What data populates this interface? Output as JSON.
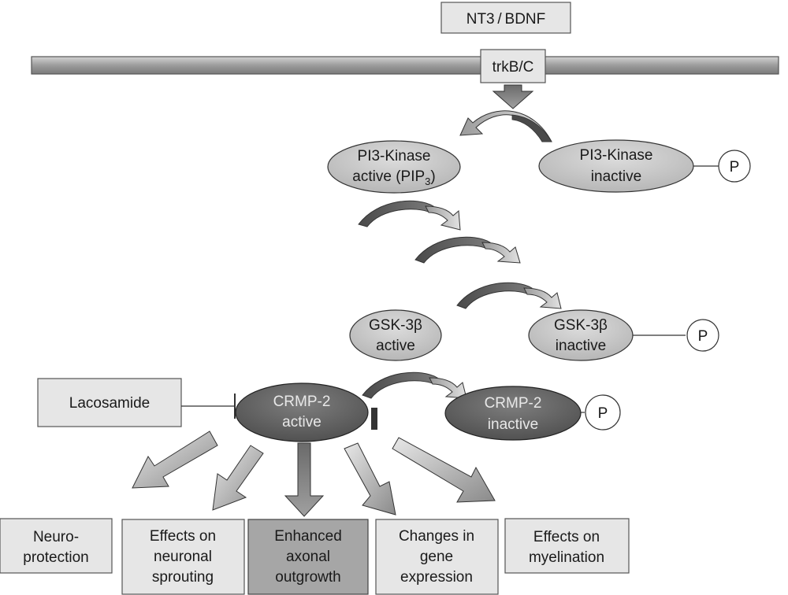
{
  "ligand": {
    "label": "NT3 / BDNF"
  },
  "receptor": {
    "label": "trkB/C"
  },
  "pi3k_active": {
    "line1": "PI3-Kinase",
    "line2_main": "active (PIP",
    "line2_sub": "3",
    "line2_end": ")"
  },
  "pi3k_inactive": {
    "line1": "PI3-Kinase",
    "line2": "inactive"
  },
  "gsk_active": {
    "line1": "GSK-3β",
    "line2": "active"
  },
  "gsk_inactive": {
    "line1": "GSK-3β",
    "line2": "inactive"
  },
  "crmp_active": {
    "line1": "CRMP-2",
    "line2": "active"
  },
  "crmp_inactive": {
    "line1": "CRMP-2",
    "line2": "inactive"
  },
  "phospho": {
    "label": "P"
  },
  "inhibitor": {
    "label": "Lacosamide"
  },
  "outcomes": [
    {
      "lines": [
        "Neuro-",
        "protection"
      ]
    },
    {
      "lines": [
        "Effects on",
        "neuronal",
        "sprouting"
      ]
    },
    {
      "lines": [
        "Enhanced",
        "axonal",
        "outgrowth"
      ]
    },
    {
      "lines": [
        "Changes in",
        "gene",
        "expression"
      ]
    },
    {
      "lines": [
        "Effects on",
        "myelination"
      ]
    }
  ],
  "colors": {
    "membrane": "#a9a9a9",
    "box_light": "#e6e6e6",
    "ellipse_light": "#c8c8c8",
    "ellipse_dark": "#666666",
    "outcome_highlight": "#a6a6a6",
    "arrow_dark": "#5a5a5a",
    "arrow_light": "#d2d2d2"
  }
}
